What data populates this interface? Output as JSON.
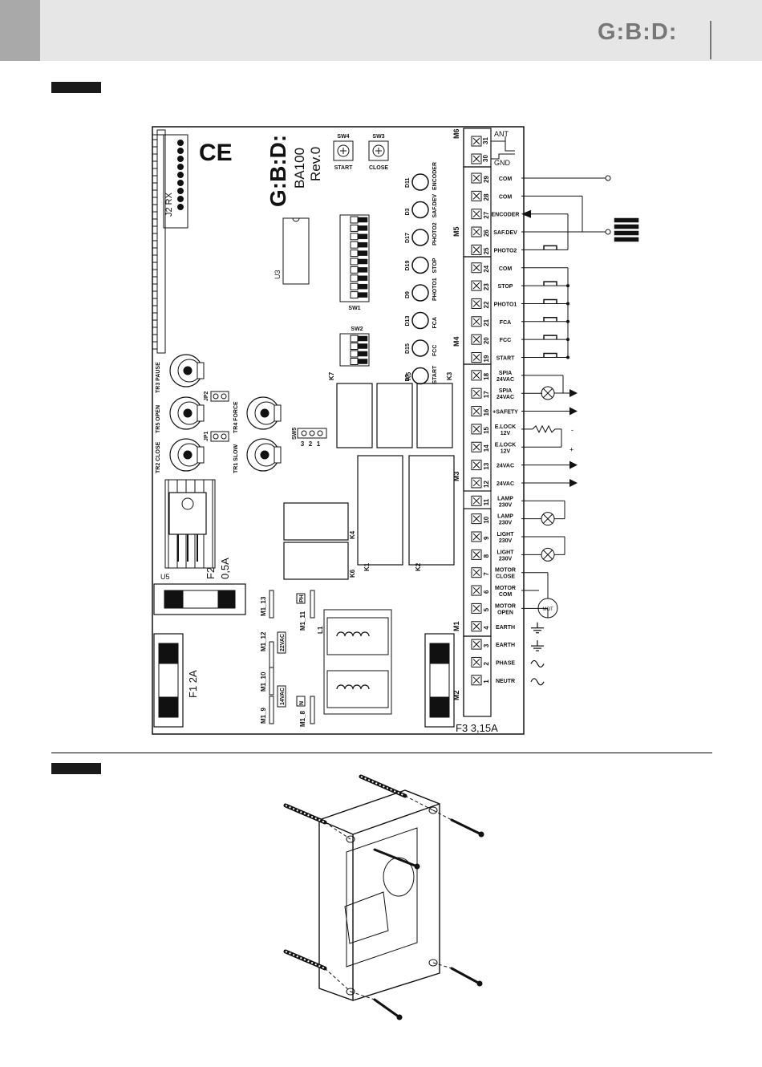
{
  "header": {
    "logo": "G:B:D:"
  },
  "board": {
    "logo": "G:B:D:",
    "model": "BA100",
    "revision": "Rev.0",
    "ce_mark": "CE",
    "receiver_label": "J2 RX",
    "u3_label": "U3",
    "sw1_label": "SW1",
    "sw2_label": "SW2",
    "sw3_label": "SW3",
    "sw3_caption": "CLOSE",
    "sw4_label": "SW4",
    "sw4_caption": "START",
    "sw5_label": "SW5",
    "sw5_pins": [
      "3",
      "2",
      "1"
    ],
    "u5_label": "U5",
    "f1_label": "F1 2A",
    "f2_label": "F2",
    "f2_value": "0,5A",
    "f3_label": "F3 3,15A",
    "l1_label": "L1",
    "jumpers": [
      "JP2",
      "JP1"
    ],
    "trimmers": [
      "TR3 PAUSE",
      "TR5 OPEN",
      "TR2 CLOSE",
      "TR4 FORCE",
      "TR1 SLOW"
    ],
    "relays": [
      "K7",
      "K5",
      "K3",
      "K4",
      "K6",
      "K1",
      "K2"
    ],
    "leds": [
      {
        "id": "D11",
        "name": "ENCODER"
      },
      {
        "id": "D3",
        "name": "SAF.DEV"
      },
      {
        "id": "D17",
        "name": "PHOTO2"
      },
      {
        "id": "D19",
        "name": "STOP"
      },
      {
        "id": "D9",
        "name": "PHOTO1"
      },
      {
        "id": "D13",
        "name": "FCA"
      },
      {
        "id": "D15",
        "name": "FCC"
      },
      {
        "id": "D7",
        "name": "START"
      }
    ],
    "transformer_taps": [
      {
        "label": "M1_13",
        "tag": ""
      },
      {
        "label": "M1_12",
        "tag": "22VAC"
      },
      {
        "label": "M1_11",
        "tag": "PH"
      },
      {
        "label": "M1_10",
        "tag": ""
      },
      {
        "label": "M1_9",
        "tag": "14VAC"
      },
      {
        "label": "M1_8",
        "tag": "N"
      }
    ],
    "connector_blocks": [
      "M6",
      "M5",
      "M4",
      "M3",
      "M1",
      "M2"
    ],
    "m6": {
      "ant": "ANT",
      "gnd": "GND",
      "terminals": [
        "31",
        "30"
      ]
    },
    "terminals": [
      {
        "num": "29",
        "text": "COM"
      },
      {
        "num": "28",
        "text": "COM"
      },
      {
        "num": "27",
        "text": "ENCODER"
      },
      {
        "num": "26",
        "text": "SAF.DEV"
      },
      {
        "num": "25",
        "text": "PHOTO2"
      },
      {
        "num": "24",
        "text": "COM"
      },
      {
        "num": "23",
        "text": "STOP"
      },
      {
        "num": "22",
        "text": "PHOTO1"
      },
      {
        "num": "21",
        "text": "FCA"
      },
      {
        "num": "20",
        "text": "FCC"
      },
      {
        "num": "19",
        "text": "START"
      },
      {
        "num": "18",
        "text": "SPIA|24VAC"
      },
      {
        "num": "17",
        "text": "SPIA|24VAC"
      },
      {
        "num": "16",
        "text": "+SAFETY"
      },
      {
        "num": "15",
        "text": "E.LOCK|12V"
      },
      {
        "num": "14",
        "text": "E.LOCK|12V"
      },
      {
        "num": "13",
        "text": "24VAC"
      },
      {
        "num": "12",
        "text": "24VAC"
      },
      {
        "num": "11",
        "text": "LAMP|230V"
      },
      {
        "num": "10",
        "text": "LAMP|230V"
      },
      {
        "num": "9",
        "text": "LIGHT|230V"
      },
      {
        "num": "8",
        "text": "LIGHT|230V"
      },
      {
        "num": "7",
        "text": "MOTOR|CLOSE"
      },
      {
        "num": "6",
        "text": "MOTOR|COM"
      },
      {
        "num": "5",
        "text": "MOTOR|OPEN"
      },
      {
        "num": "4",
        "text": "EARTH"
      },
      {
        "num": "3",
        "text": "EARTH"
      },
      {
        "num": "2",
        "text": "PHASE"
      },
      {
        "num": "1",
        "text": "NEUTR"
      }
    ],
    "motor_label": "MOT",
    "elock_minus": "-",
    "elock_plus": "+"
  },
  "colors": {
    "ink": "#111111",
    "header_bg": "#e6e6e6",
    "header_tab": "#a9a9a9",
    "logo_gray": "#777777"
  }
}
